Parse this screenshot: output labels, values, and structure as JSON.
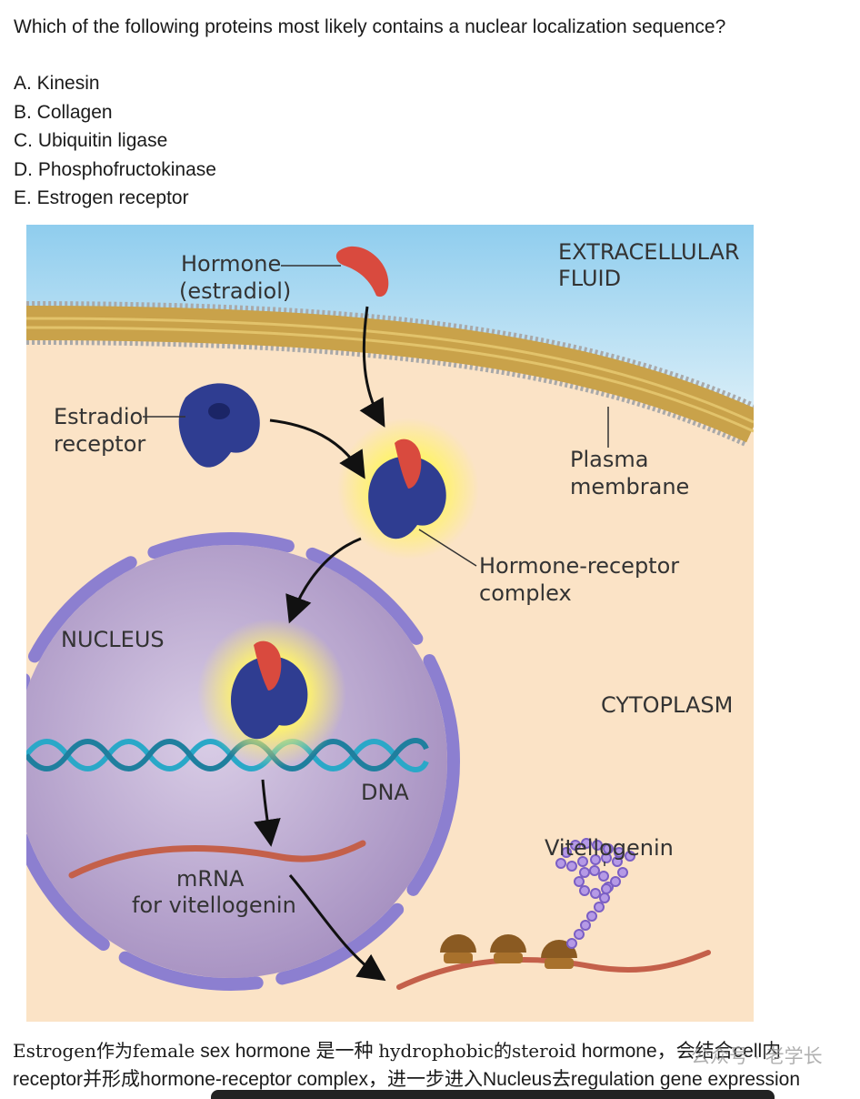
{
  "question": "Which of the following proteins most likely contains a nuclear localization sequence?",
  "options": [
    "A. Kinesin",
    "B. Collagen",
    "C. Ubiquitin ligase",
    "D. Phosphofructokinase",
    "E. Estrogen receptor"
  ],
  "figure": {
    "hormone_label_1": "Hormone",
    "hormone_label_2": "(estradiol)",
    "extracellular_1": "EXTRACELLULAR",
    "extracellular_2": "FLUID",
    "receptor_label_1": "Estradiol",
    "receptor_label_2": "receptor",
    "plasma_1": "Plasma",
    "plasma_2": "membrane",
    "complex_1": "Hormone-receptor",
    "complex_2": "complex",
    "nucleus": "NUCLEUS",
    "cytoplasm": "CYTOPLASM",
    "dna": "DNA",
    "vitellogenin": "Vitellogenin",
    "mrna_1": "mRNA",
    "mrna_2": "for vitellogenin"
  },
  "explanation": {
    "line1_a": "Estrogen作为female",
    "line1_b": " sex hormone 是一种 ",
    "line1_c": "hydrophobic的steroid",
    "line1_d": " hormone，会结合cell内",
    "line2": "receptor并形成hormone-receptor complex，进一步进入Nucleus去regulation gene expression"
  },
  "watermark": "公众号 · 老学长",
  "colors": {
    "sky": "#8fcdee",
    "cytoplasm": "#fbe3c6",
    "membrane": "#c9a24a",
    "nucleus": "#b8a3cc",
    "receptor": "#2f3d91",
    "hormone": "#d94a3e",
    "ribosome": "#8a5a22"
  }
}
